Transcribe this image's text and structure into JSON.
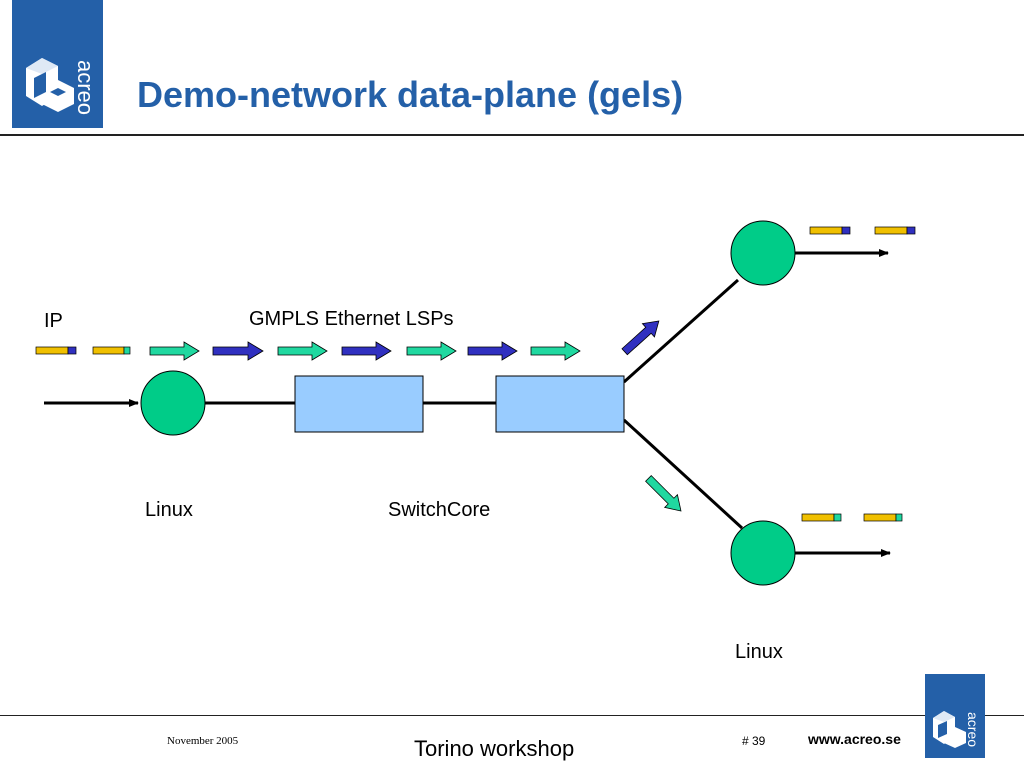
{
  "header": {
    "title": "Demo-network data-plane (gels)",
    "logo_text": "acreo"
  },
  "diagram": {
    "labels": {
      "ip": "IP",
      "lsp": "GMPLS Ethernet LSPs",
      "linux_left": "Linux",
      "switchcore": "SwitchCore",
      "linux_right": "Linux"
    }
  },
  "footer": {
    "date": "November 2005",
    "center": "Torino workshop",
    "page": "# 39",
    "url": "www.acreo.se",
    "logo_text": "acreo"
  },
  "colors": {
    "brand_blue": "#2460a8",
    "node_green": "#00cc88",
    "switch_box": "#99ccff",
    "packet_yellow": "#f0c000",
    "arrow_green": "#20d8a0",
    "arrow_blue": "#3030c0"
  }
}
